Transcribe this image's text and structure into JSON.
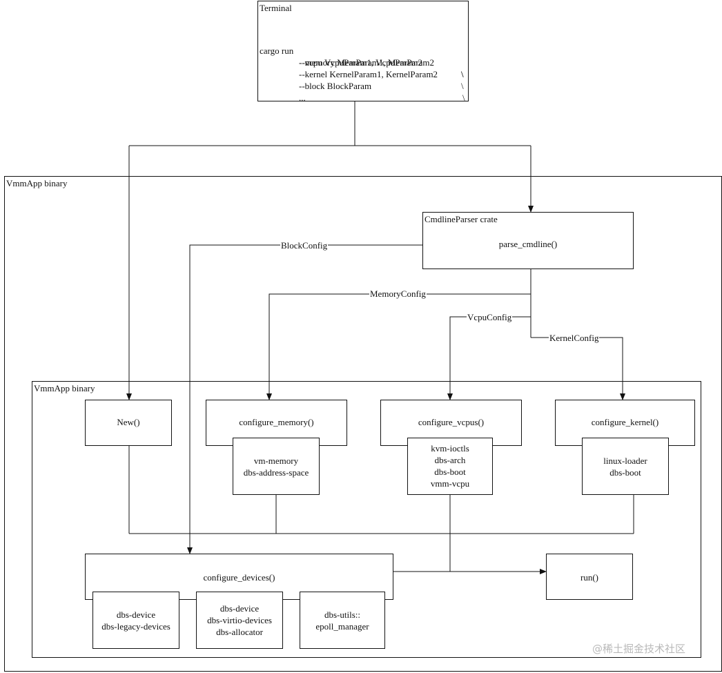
{
  "terminal": {
    "title": "Terminal",
    "command_prefix": "cargo run",
    "lines": [
      "--memory MemParam1, MemParam2",
      "--vcpu VcpuParam1, VcpuParam2",
      "--kernel KernelParam1, KernelParam2",
      "--block BlockParam",
      "..."
    ],
    "continuation": "\\"
  },
  "outer_frame": {
    "title": "VmmApp binary"
  },
  "cmdline_parser": {
    "title": "CmdlineParser crate",
    "function": "parse_cmdline()"
  },
  "edge_labels": {
    "block": "BlockConfig",
    "memory": "MemoryConfig",
    "vcpu": "VcpuConfig",
    "kernel": "KernelConfig"
  },
  "inner_frame": {
    "title": "VmmApp binary"
  },
  "functions": {
    "new": "New()",
    "configure_memory": "configure_memory()",
    "configure_vcpus": "configure_vcpus()",
    "configure_kernel": "configure_kernel()",
    "configure_devices": "configure_devices()",
    "run": "run()"
  },
  "crates": {
    "memory": [
      "vm-memory",
      "dbs-address-space"
    ],
    "vcpus": [
      "kvm-ioctls",
      "dbs-arch",
      "dbs-boot",
      "vmm-vcpu"
    ],
    "kernel": [
      "linux-loader",
      "dbs-boot"
    ],
    "devices_legacy": [
      "dbs-device",
      "dbs-legacy-devices"
    ],
    "devices_virtio": [
      "dbs-device",
      "dbs-virtio-devices",
      "dbs-allocator"
    ],
    "devices_utils": [
      "dbs-utils::",
      "epoll_manager"
    ]
  },
  "watermark": "@稀土掘金技术社区"
}
